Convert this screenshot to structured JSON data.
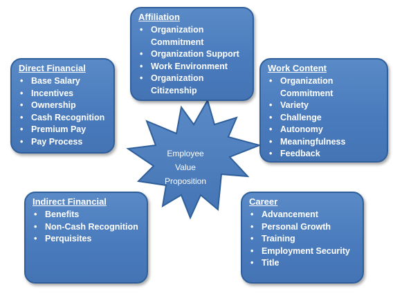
{
  "center": {
    "line1": "Employee",
    "line2": "Value",
    "line3": "Proposition"
  },
  "boxes": {
    "affiliation": {
      "title": "Affiliation",
      "items": [
        "Organization Commitment",
        "Organization Support",
        "Work Environment",
        "Organization Citizenship"
      ]
    },
    "direct_financial": {
      "title": "Direct Financial",
      "items": [
        "Base Salary",
        "Incentives",
        "Ownership",
        "Cash Recognition",
        "Premium Pay",
        "Pay Process"
      ]
    },
    "work_content": {
      "title": "Work Content",
      "items": [
        "Organization Commitment",
        "Variety",
        "Challenge",
        "Autonomy",
        "Meaningfulness",
        "Feedback"
      ]
    },
    "indirect_financial": {
      "title": "Indirect Financial",
      "items": [
        "Benefits",
        "Non-Cash Recognition",
        "Perquisites"
      ]
    },
    "career": {
      "title": "Career",
      "items": [
        "Advancement",
        "Personal Growth",
        "Training",
        "Employment Security",
        "Title"
      ]
    }
  },
  "colors": {
    "box_fill": "#4a7bbd",
    "box_border": "#2f5f9a",
    "text": "#ffffff"
  }
}
